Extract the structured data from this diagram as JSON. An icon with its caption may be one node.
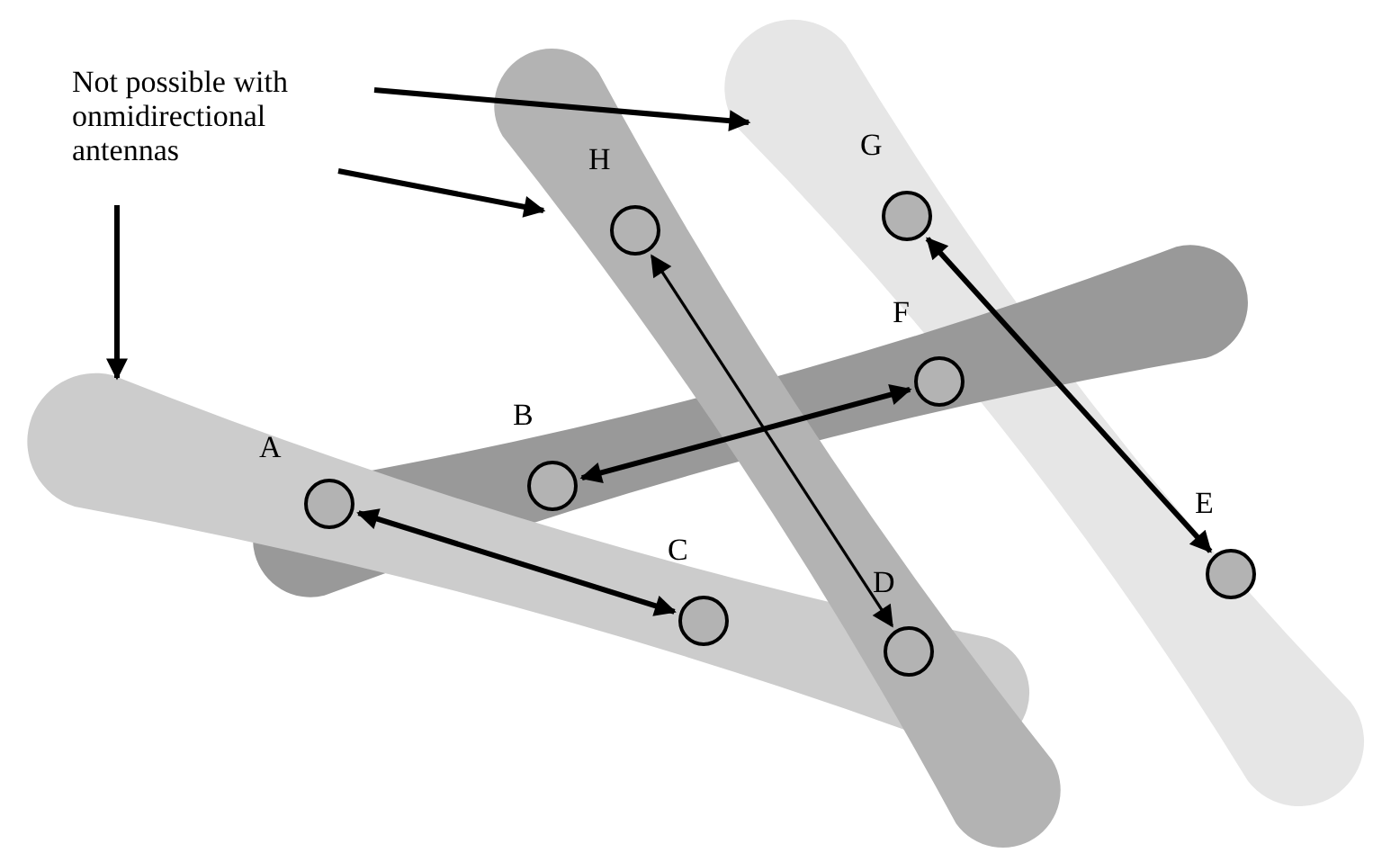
{
  "diagram": {
    "nodes": [
      {
        "text": [
          "Not possible with onmidirectional antennas"
        ]
      },
      {
        "text": [],
        "shape": "lobe"
      },
      {
        "text": [],
        "shape": "lobe"
      },
      {
        "text": [],
        "shape": "lobe"
      },
      {
        "text": [],
        "shape": "lobe"
      },
      {
        "text": [
          "A"
        ]
      },
      {
        "text": [
          "B"
        ],
        "in": 2
      },
      {
        "text": [
          "C"
        ],
        "in": 3
      },
      {
        "text": [
          "D"
        ]
      },
      {
        "text": [
          "E"
        ],
        "in": 1
      },
      {
        "text": [
          "F"
        ],
        "in": 2
      },
      {
        "text": [
          "G"
        ],
        "in": 1
      },
      {
        "text": [
          "H"
        ],
        "in": 4
      }
    ],
    "edges": [
      {
        "from": 0,
        "to": 1,
        "arrow": "to"
      },
      {
        "from": 0,
        "to": 4,
        "arrow": "to"
      },
      {
        "from": 0,
        "to": 3,
        "arrow": "to"
      },
      {
        "from": 5,
        "to": 7,
        "arrow": "both"
      },
      {
        "from": 6,
        "to": 10,
        "arrow": "both"
      },
      {
        "from": 12,
        "to": 8,
        "arrow": "both"
      },
      {
        "from": 11,
        "to": 9,
        "arrow": "both"
      }
    ]
  }
}
